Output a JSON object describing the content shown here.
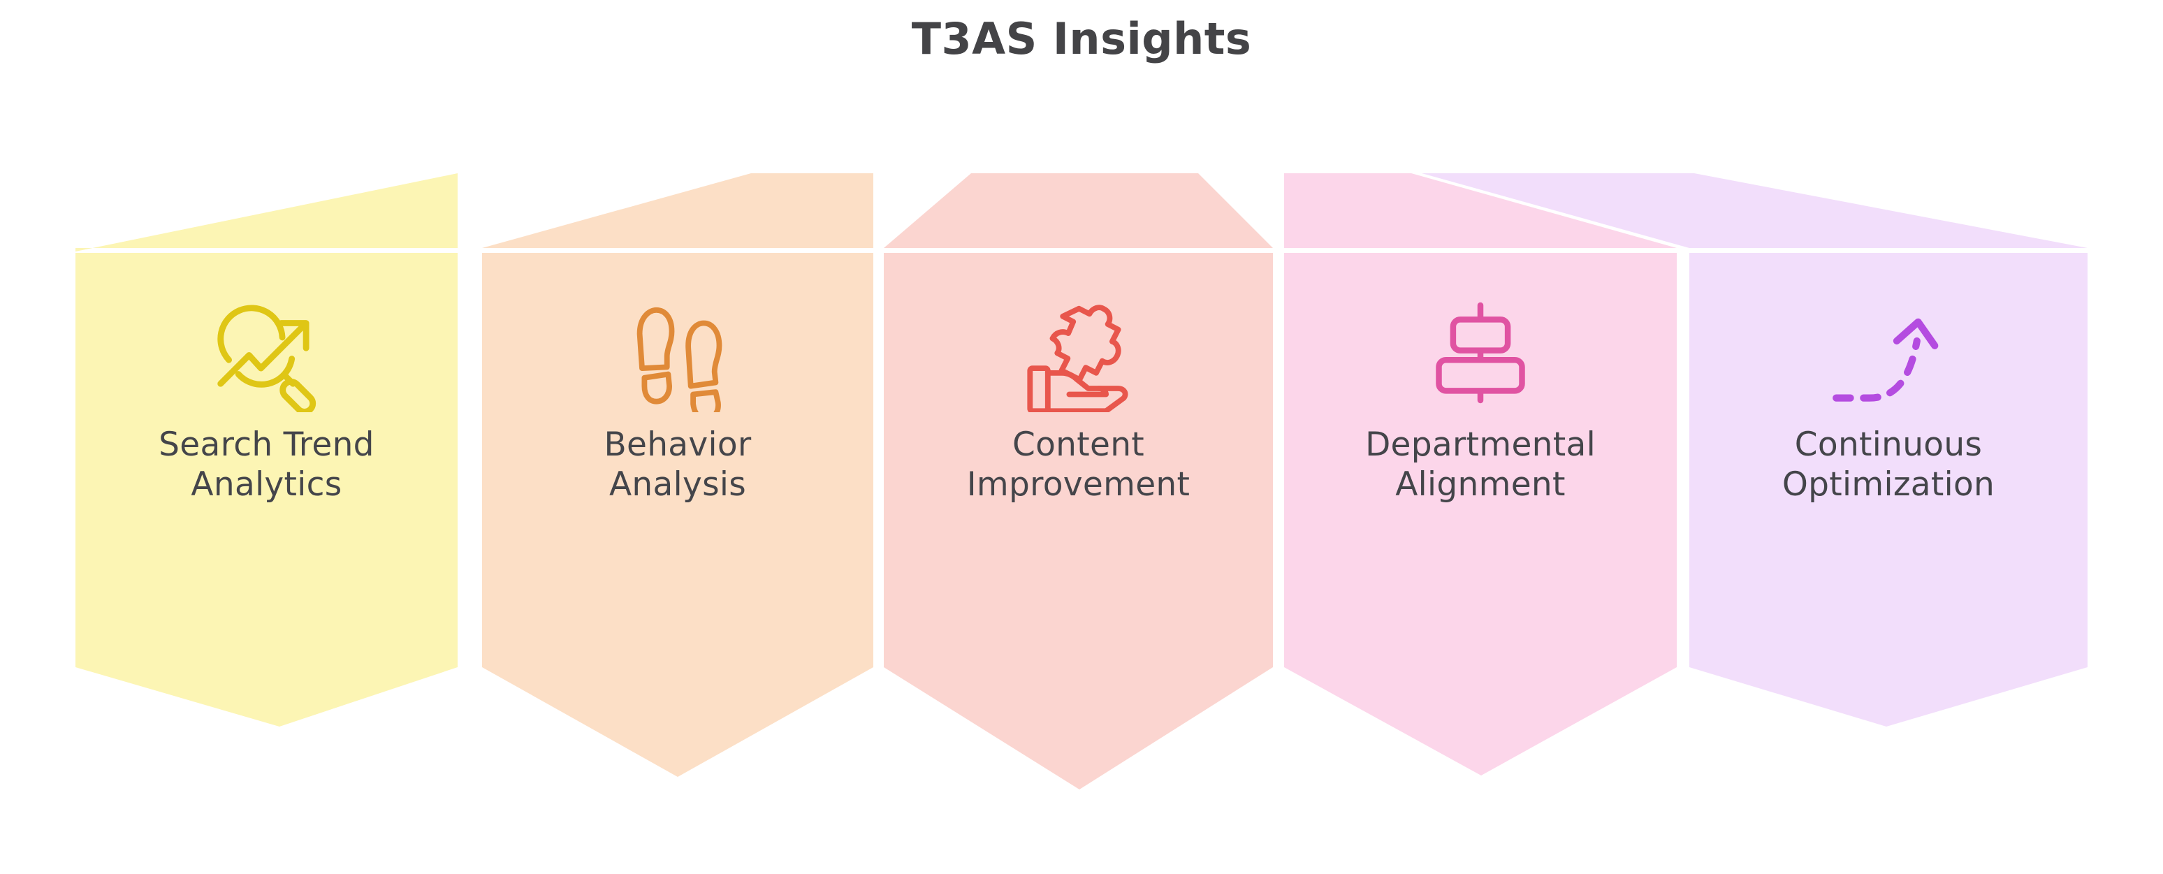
{
  "title": "T3AS Insights",
  "title_color": "#444447",
  "background": "#ffffff",
  "label_color": "#44454a",
  "columns": [
    {
      "id": "search-trend-analytics",
      "label": "Search Trend\nAnalytics",
      "icon": "search-trend-icon",
      "fill": "#FCF5B4",
      "icon_color": "#DFC615"
    },
    {
      "id": "behavior-analysis",
      "label": "Behavior\nAnalysis",
      "icon": "footprints-icon",
      "fill": "#FCDFC6",
      "icon_color": "#E08A38"
    },
    {
      "id": "content-improvement",
      "label": "Content\nImprovement",
      "icon": "hand-puzzle-icon",
      "fill": "#FBD5D0",
      "icon_color": "#E8564C"
    },
    {
      "id": "departmental-alignment",
      "label": "Departmental\nAlignment",
      "icon": "center-align-icon",
      "fill": "#FCD6EA",
      "icon_color": "#E053A2"
    },
    {
      "id": "continuous-optimization",
      "label": "Continuous\nOptimization",
      "icon": "dashed-growth-arrow-icon",
      "fill": "#F2DEFB",
      "icon_color": "#B martin"
    }
  ],
  "chart_data": {
    "type": "diagram",
    "subtype": "ribbon-banner-list",
    "title": "T3AS Insights",
    "item_count": 5,
    "items": [
      {
        "order": 1,
        "label": "Search Trend Analytics",
        "color": "#FCF5B4",
        "accent": "#DFC615",
        "icon": "search-trend-icon"
      },
      {
        "order": 2,
        "label": "Behavior Analysis",
        "color": "#FCDFC6",
        "accent": "#E08A38",
        "icon": "footprints-icon"
      },
      {
        "order": 3,
        "label": "Content Improvement",
        "color": "#FBD5D0",
        "accent": "#E8564C",
        "icon": "hand-puzzle-icon"
      },
      {
        "order": 4,
        "label": "Departmental Alignment",
        "color": "#FCD6EA",
        "accent": "#E053A2",
        "icon": "center-align-icon"
      },
      {
        "order": 5,
        "label": "Continuous Optimization",
        "color": "#F2DEFB",
        "accent": "#B44CE0",
        "icon": "dashed-growth-arrow-icon"
      }
    ],
    "legend": "none",
    "grid": false
  }
}
